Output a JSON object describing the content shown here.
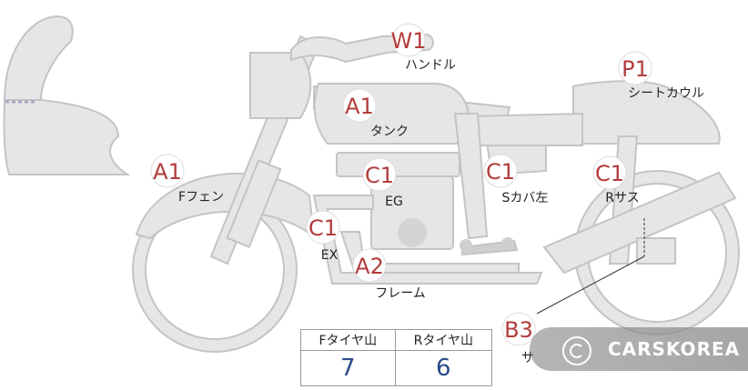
{
  "labels": [
    {
      "code": "W1",
      "part": "ハンドル"
    },
    {
      "code": "P1",
      "part": "シートカウル"
    },
    {
      "code": "A1",
      "part": "タンク"
    },
    {
      "code": "A1",
      "part": "Fフェン"
    },
    {
      "code": "C1",
      "part": "EG"
    },
    {
      "code": "C1",
      "part": "Sカバ左"
    },
    {
      "code": "C1",
      "part": "Rサス"
    },
    {
      "code": "C1",
      "part": "EX"
    },
    {
      "code": "A2",
      "part": "フレーム"
    },
    {
      "code": "B3",
      "part": "サ"
    }
  ],
  "table": {
    "headers": [
      "Fタイヤ山",
      "Rタイヤ山"
    ],
    "values": [
      "7",
      "6"
    ]
  },
  "watermark": {
    "text": "CARSKOREA",
    "icon": "carskorea-logo-icon"
  },
  "colors": {
    "badge_text": "#b33c3c",
    "table_value": "#2a4c8a",
    "part_fill": "#e6e6e6",
    "part_stroke": "#c4c4c4"
  }
}
